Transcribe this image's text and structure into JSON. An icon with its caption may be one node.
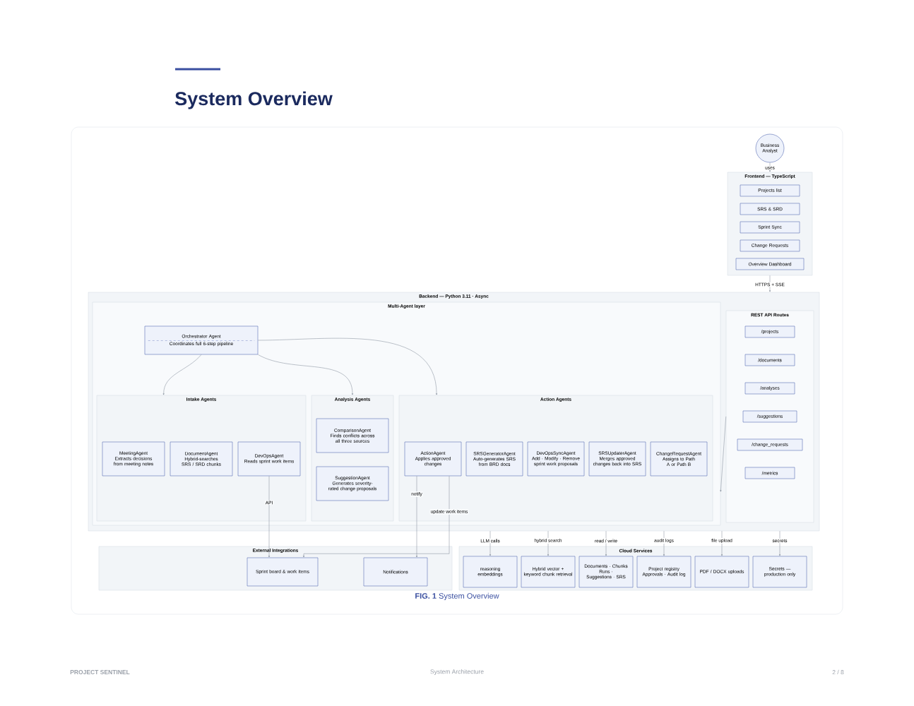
{
  "diagram": {
    "title": "System Overview",
    "caption": "**FIG. 1** System Overview",
    "nodes": [
      {
        "text": [
          "Business Analyst"
        ]
      },
      {
        "text": [
          "Frontend — TypeScript"
        ]
      },
      {
        "text": [
          "Projects list"
        ],
        "in": 1
      },
      {
        "text": [
          "SRS & SRD"
        ],
        "in": 1
      },
      {
        "text": [
          "Sprint Sync"
        ],
        "in": 1
      },
      {
        "text": [
          "Change Requests"
        ],
        "in": 1
      },
      {
        "text": [
          "Overview Dashboard"
        ],
        "in": 1
      },
      {
        "text": [
          "Backend — Python 3.11 · Async"
        ]
      },
      {
        "text": [
          "Multi-Agent layer"
        ],
        "in": 7
      },
      {
        "text": [
          "Orchestrator Agent",
          "Coordinates full 6-step pipeline"
        ],
        "in": 8
      },
      {
        "text": [
          "Intake Agents"
        ],
        "in": 8
      },
      {
        "text": [
          "MeetingAgent",
          "Extracts decisions from meeting notes"
        ],
        "in": 10
      },
      {
        "text": [
          "DocumentAgent",
          "Hybrid-searches SRS / SRD chunks"
        ],
        "in": 10
      },
      {
        "text": [
          "DevOpsAgent",
          "Reads sprint work items"
        ],
        "in": 10
      },
      {
        "text": [
          "Analysis Agents"
        ],
        "in": 8
      },
      {
        "text": [
          "ComparisonAgent",
          "Finds conflicts across all three sources"
        ],
        "in": 14
      },
      {
        "text": [
          "SuggestionAgent",
          "Generates severity-rated change proposals"
        ],
        "in": 14
      },
      {
        "text": [
          "Action Agents"
        ],
        "in": 8
      },
      {
        "text": [
          "ActionAgent",
          "Applies approved changes"
        ],
        "in": 17
      },
      {
        "text": [
          "SRSGeneratorAgent",
          "Auto-generates SRS from BRD docs"
        ],
        "in": 17
      },
      {
        "text": [
          "DevOpsSyncAgent",
          "Add · Modify · Remove sprint work proposals"
        ],
        "in": 17
      },
      {
        "text": [
          "SRSUpdaterAgent",
          "Merges approved changes back into SRS"
        ],
        "in": 17
      },
      {
        "text": [
          "ChangeRequestAgent",
          "Assigns to Path A or Path B"
        ],
        "in": 17
      },
      {
        "text": [
          "REST API Routes"
        ],
        "in": 7
      },
      {
        "text": [
          "/projects"
        ],
        "in": 23
      },
      {
        "text": [
          "/documents"
        ],
        "in": 23
      },
      {
        "text": [
          "/analyses"
        ],
        "in": 23
      },
      {
        "text": [
          "/suggestions"
        ],
        "in": 23
      },
      {
        "text": [
          "/change_requests"
        ],
        "in": 23
      },
      {
        "text": [
          "/metrics"
        ],
        "in": 23
      },
      {
        "text": [
          "External Integrations"
        ]
      },
      {
        "text": [
          "Sprint board & work items"
        ],
        "in": 30
      },
      {
        "text": [
          "Notifications"
        ],
        "in": 30
      },
      {
        "text": [
          "Cloud Services"
        ]
      },
      {
        "text": [
          "reasoning",
          "embeddings"
        ],
        "in": 33
      },
      {
        "text": [
          "Hybrid vector + keyword chunk retrieval"
        ],
        "in": 33
      },
      {
        "text": [
          "Documents · Chunks",
          "Runs · Suggestions · SRS"
        ],
        "in": 33
      },
      {
        "text": [
          "Project registry",
          "Approvals · Audit log"
        ],
        "in": 33
      },
      {
        "text": [
          "PDF / DOCX uploads"
        ],
        "in": 33
      },
      {
        "text": [
          "Secrets — production only"
        ],
        "in": 33
      }
    ],
    "edges": [
      {
        "from": 0,
        "to": 1,
        "arrow": "to",
        "label": "uses"
      },
      {
        "from": 1,
        "to": 7,
        "arrow": "to",
        "label": "HTTPS + SSE"
      },
      {
        "from": 9,
        "to": 10,
        "arrow": "to"
      },
      {
        "from": 9,
        "to": 14,
        "arrow": "to"
      },
      {
        "from": 9,
        "to": 17,
        "arrow": "to"
      },
      {
        "from": 23,
        "to": 8,
        "arrow": "to"
      },
      {
        "from": 13,
        "to": 31,
        "arrow": "to",
        "label": "API"
      },
      {
        "from": 18,
        "to": 31,
        "arrow": "to",
        "label": "update work items"
      },
      {
        "from": 18,
        "to": 32,
        "arrow": "to",
        "label": "notify"
      },
      {
        "from": 7,
        "to": 34,
        "arrow": "to",
        "label": "LLM calls"
      },
      {
        "from": 7,
        "to": 35,
        "arrow": "to",
        "label": "hybrid search"
      },
      {
        "from": 7,
        "to": 36,
        "arrow": "to",
        "label": "read / write"
      },
      {
        "from": 7,
        "to": 37,
        "arrow": "to",
        "label": "audit logs"
      },
      {
        "from": 7,
        "to": 38,
        "arrow": "to",
        "label": "file upload"
      },
      {
        "from": 7,
        "to": 39,
        "arrow": "to",
        "label": "secrets"
      }
    ],
    "labels": [
      "PROJECT SENTINEL",
      "System Architecture",
      "2 / 8"
    ]
  }
}
